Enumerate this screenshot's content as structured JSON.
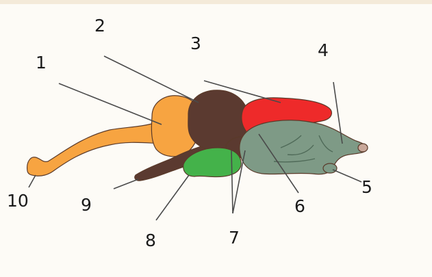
{
  "diagram": {
    "callouts": [
      {
        "id": "1",
        "text": "1"
      },
      {
        "id": "2",
        "text": "2"
      },
      {
        "id": "3",
        "text": "3"
      },
      {
        "id": "4",
        "text": "4"
      },
      {
        "id": "5",
        "text": "5"
      },
      {
        "id": "6",
        "text": "6"
      },
      {
        "id": "7",
        "text": "7"
      },
      {
        "id": "8",
        "text": "8"
      },
      {
        "id": "9",
        "text": "9"
      },
      {
        "id": "10",
        "text": "10"
      }
    ],
    "colors": {
      "background": "#fdfbf6",
      "top_band": "#f4ead9",
      "part_orange": "#f7a441",
      "part_brown": "#5b3a30",
      "part_red": "#ee2a2a",
      "part_grayGreen": "#7e9a86",
      "part_green": "#44b24a",
      "label_text": "#1a1a1a",
      "leader_line": "#4a4a4a"
    }
  }
}
